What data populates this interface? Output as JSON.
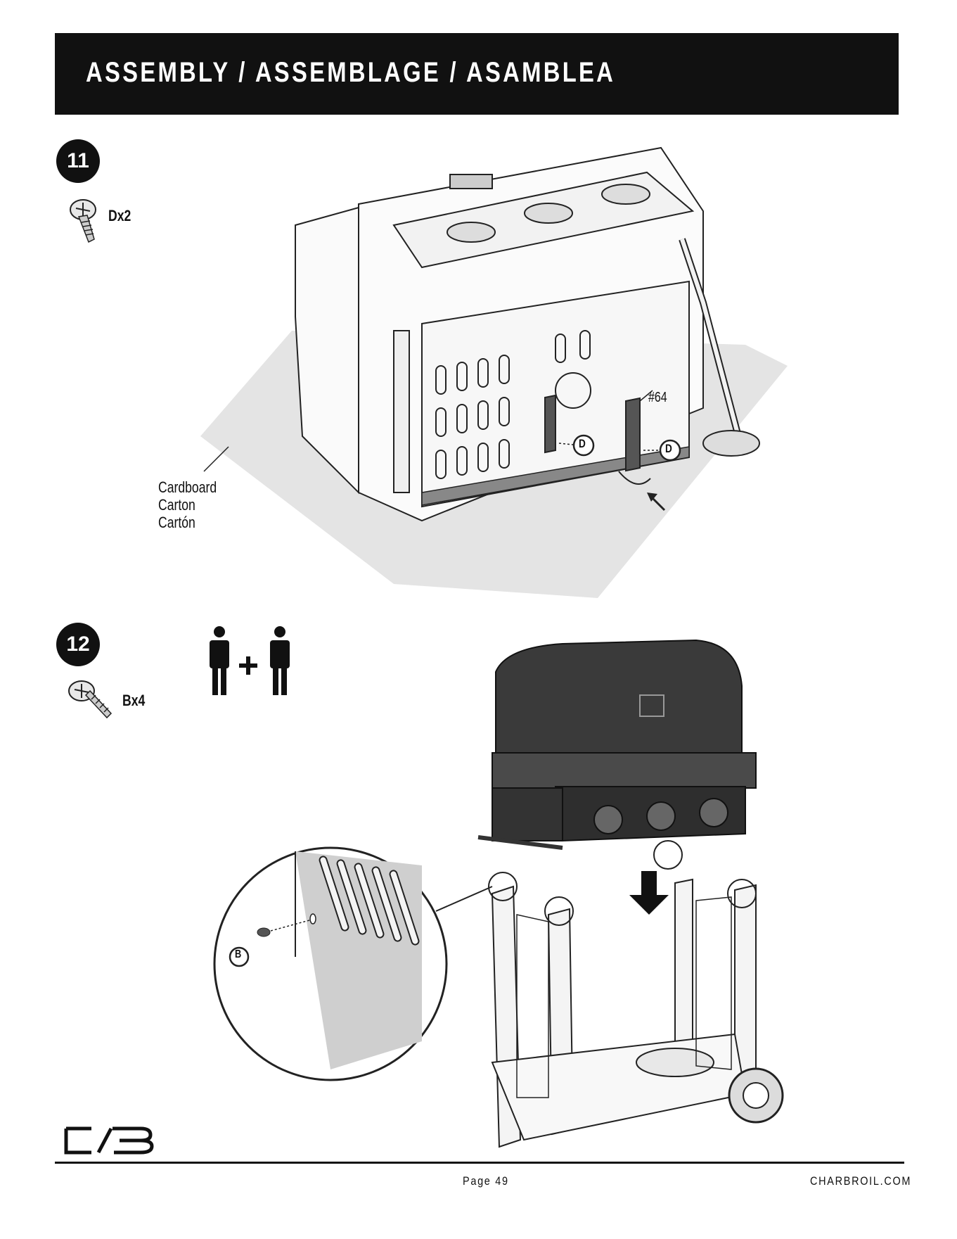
{
  "header": {
    "title": "ASSEMBLY / ASSEMBLAGE / ASAMBLEA"
  },
  "steps": [
    {
      "number": "11",
      "hardware_qty": "Dx2",
      "hardware_icon": "screw-icon",
      "callout_lines": [
        "Cardboard",
        "Carton",
        "Cartón"
      ],
      "part_label": "#64",
      "fastener_letter": "D"
    },
    {
      "number": "12",
      "hardware_qty": "Bx4",
      "hardware_icon": "screw-icon",
      "fastener_letter": "B",
      "people_icon": "two-person-lift-icon"
    }
  ],
  "footer": {
    "page": "Page 49",
    "site": "CHARBROIL.COM"
  },
  "colors": {
    "banner": "#111111",
    "shadow": "#e2e2e2",
    "grill_dark": "#3a3a3a"
  }
}
